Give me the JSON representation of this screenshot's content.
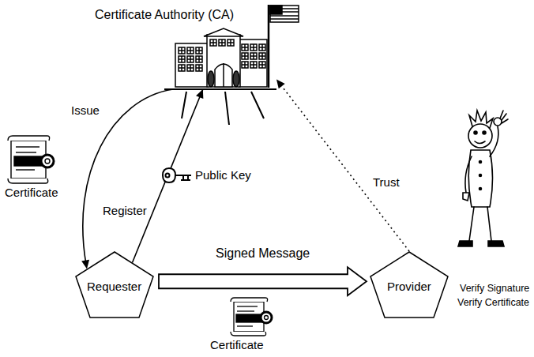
{
  "diagram": {
    "nodes": [
      {
        "text": [
          "Certificate Authority (CA)"
        ]
      },
      {
        "text": [
          "Requester"
        ]
      },
      {
        "text": [
          "Provider"
        ]
      }
    ],
    "edges": [
      {
        "from": 0,
        "to": 1,
        "label": "Issue",
        "arrow": "to"
      },
      {
        "from": 1,
        "to": 0,
        "label": "Register",
        "arrow": "to"
      },
      {
        "from": 2,
        "to": 0,
        "label": "Trust",
        "arrow": "to"
      },
      {
        "from": 1,
        "to": 2,
        "label": "Signed Message",
        "arrow": "to"
      }
    ],
    "labels": [
      "Certificate",
      "Public Key",
      "Certificate",
      "Verify Signature",
      "Verify Certificate"
    ]
  }
}
